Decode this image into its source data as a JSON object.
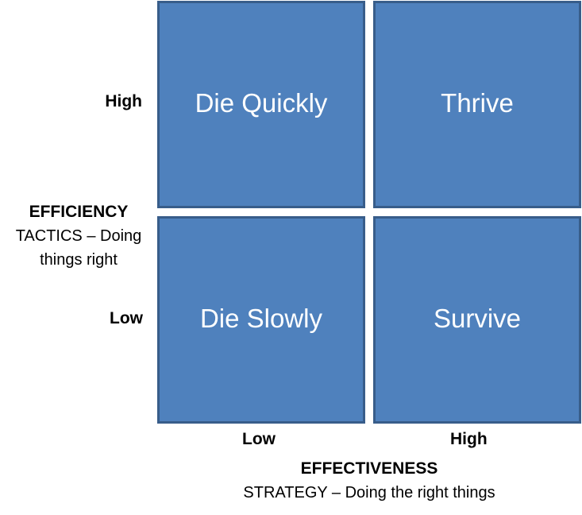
{
  "matrix": {
    "quadrants": {
      "top_left": "Die Quickly",
      "top_right": "Thrive",
      "bottom_left": "Die Slowly",
      "bottom_right": "Survive"
    },
    "quadrant_fill": "#4f81bd",
    "quadrant_border": "#385d8a"
  },
  "y_axis": {
    "high": "High",
    "low": "Low",
    "title": "EFFICIENCY",
    "subtitle_line1": "TACTICS – Doing",
    "subtitle_line2": "things right"
  },
  "x_axis": {
    "low": "Low",
    "high": "High",
    "title": "EFFECTIVENESS",
    "subtitle": "STRATEGY – Doing the right things"
  }
}
